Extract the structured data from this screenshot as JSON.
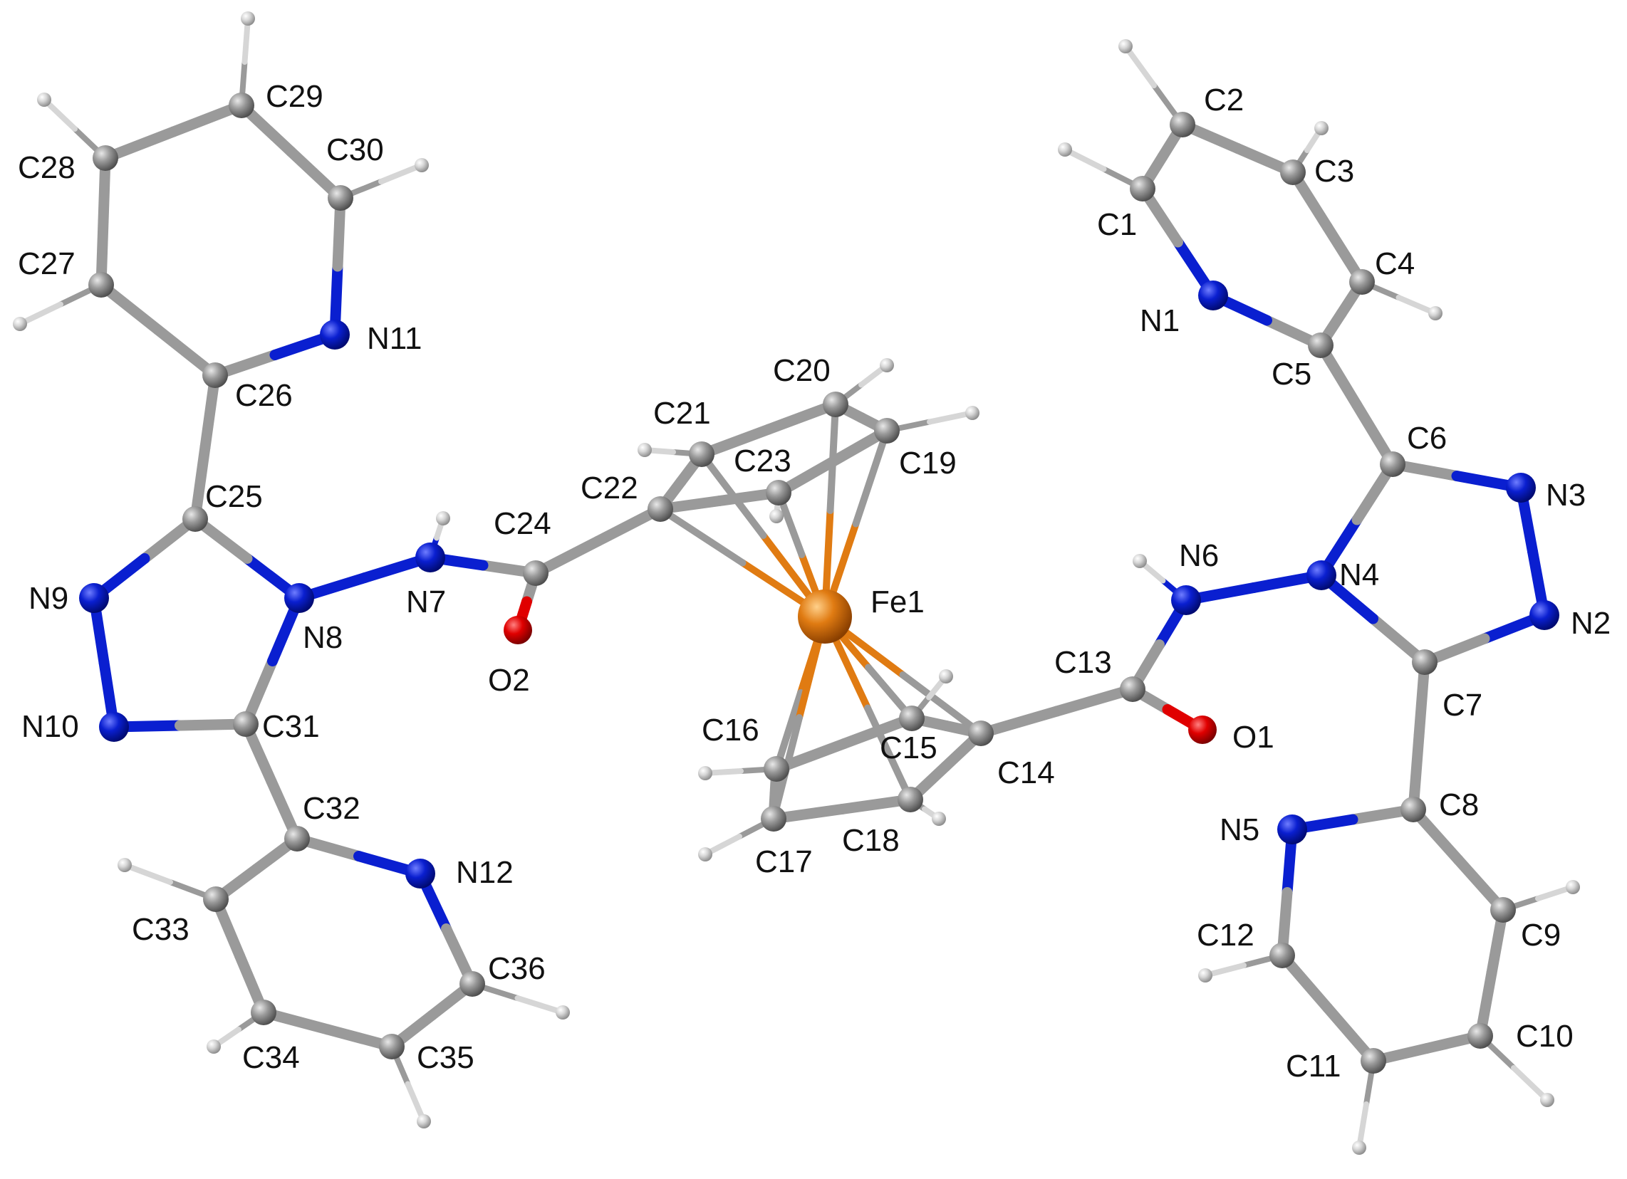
{
  "colors": {
    "carbon": "#9a9a9a",
    "hydrogen": "#d6d6d6",
    "nitrogen": "#0a1fd0",
    "oxygen": "#e00000",
    "iron": "#e07b12",
    "label": "#111111",
    "background": "#ffffff"
  },
  "atoms": [
    {
      "id": "C1",
      "label": "C1",
      "el": "C"
    },
    {
      "id": "C2",
      "label": "C2",
      "el": "C"
    },
    {
      "id": "C3",
      "label": "C3",
      "el": "C"
    },
    {
      "id": "C4",
      "label": "C4",
      "el": "C"
    },
    {
      "id": "C5",
      "label": "C5",
      "el": "C"
    },
    {
      "id": "C6",
      "label": "C6",
      "el": "C"
    },
    {
      "id": "C7",
      "label": "C7",
      "el": "C"
    },
    {
      "id": "C8",
      "label": "C8",
      "el": "C"
    },
    {
      "id": "C9",
      "label": "C9",
      "el": "C"
    },
    {
      "id": "C10",
      "label": "C10",
      "el": "C"
    },
    {
      "id": "C11",
      "label": "C11",
      "el": "C"
    },
    {
      "id": "C12",
      "label": "C12",
      "el": "C"
    },
    {
      "id": "C13",
      "label": "C13",
      "el": "C"
    },
    {
      "id": "C14",
      "label": "C14",
      "el": "C"
    },
    {
      "id": "C15",
      "label": "C15",
      "el": "C"
    },
    {
      "id": "C16",
      "label": "C16",
      "el": "C"
    },
    {
      "id": "C17",
      "label": "C17",
      "el": "C"
    },
    {
      "id": "C18",
      "label": "C18",
      "el": "C"
    },
    {
      "id": "C19",
      "label": "C19",
      "el": "C"
    },
    {
      "id": "C20",
      "label": "C20",
      "el": "C"
    },
    {
      "id": "C21",
      "label": "C21",
      "el": "C"
    },
    {
      "id": "C22",
      "label": "C22",
      "el": "C"
    },
    {
      "id": "C23",
      "label": "C23",
      "el": "C"
    },
    {
      "id": "C24",
      "label": "C24",
      "el": "C"
    },
    {
      "id": "C25",
      "label": "C25",
      "el": "C"
    },
    {
      "id": "C26",
      "label": "C26",
      "el": "C"
    },
    {
      "id": "C27",
      "label": "C27",
      "el": "C"
    },
    {
      "id": "C28",
      "label": "C28",
      "el": "C"
    },
    {
      "id": "C29",
      "label": "C29",
      "el": "C"
    },
    {
      "id": "C30",
      "label": "C30",
      "el": "C"
    },
    {
      "id": "C31",
      "label": "C31",
      "el": "C"
    },
    {
      "id": "C32",
      "label": "C32",
      "el": "C"
    },
    {
      "id": "C33",
      "label": "C33",
      "el": "C"
    },
    {
      "id": "C34",
      "label": "C34",
      "el": "C"
    },
    {
      "id": "C35",
      "label": "C35",
      "el": "C"
    },
    {
      "id": "C36",
      "label": "C36",
      "el": "C"
    },
    {
      "id": "N1",
      "label": "N1",
      "el": "N"
    },
    {
      "id": "N2",
      "label": "N2",
      "el": "N"
    },
    {
      "id": "N3",
      "label": "N3",
      "el": "N"
    },
    {
      "id": "N4",
      "label": "N4",
      "el": "N"
    },
    {
      "id": "N5",
      "label": "N5",
      "el": "N"
    },
    {
      "id": "N6",
      "label": "N6",
      "el": "N"
    },
    {
      "id": "N7",
      "label": "N7",
      "el": "N"
    },
    {
      "id": "N8",
      "label": "N8",
      "el": "N"
    },
    {
      "id": "N9",
      "label": "N9",
      "el": "N"
    },
    {
      "id": "N10",
      "label": "N10",
      "el": "N"
    },
    {
      "id": "N11",
      "label": "N11",
      "el": "N"
    },
    {
      "id": "N12",
      "label": "N12",
      "el": "N"
    },
    {
      "id": "O1",
      "label": "O1",
      "el": "O"
    },
    {
      "id": "O2",
      "label": "O2",
      "el": "O"
    },
    {
      "id": "Fe1",
      "label": "Fe1",
      "el": "Fe"
    },
    {
      "id": "H1",
      "label": "",
      "el": "H"
    },
    {
      "id": "H2",
      "label": "",
      "el": "H"
    },
    {
      "id": "H3",
      "label": "",
      "el": "H"
    },
    {
      "id": "H4",
      "label": "",
      "el": "H"
    },
    {
      "id": "H6",
      "label": "",
      "el": "H"
    },
    {
      "id": "H9",
      "label": "",
      "el": "H"
    },
    {
      "id": "H10",
      "label": "",
      "el": "H"
    },
    {
      "id": "H11",
      "label": "",
      "el": "H"
    },
    {
      "id": "H12",
      "label": "",
      "el": "H"
    },
    {
      "id": "H15",
      "label": "",
      "el": "H"
    },
    {
      "id": "H16",
      "label": "",
      "el": "H"
    },
    {
      "id": "H17",
      "label": "",
      "el": "H"
    },
    {
      "id": "H18",
      "label": "",
      "el": "H"
    },
    {
      "id": "H19",
      "label": "",
      "el": "H"
    },
    {
      "id": "H20",
      "label": "",
      "el": "H"
    },
    {
      "id": "H21",
      "label": "",
      "el": "H"
    },
    {
      "id": "H23",
      "label": "",
      "el": "H"
    },
    {
      "id": "H7",
      "label": "",
      "el": "H"
    },
    {
      "id": "H27",
      "label": "",
      "el": "H"
    },
    {
      "id": "H28",
      "label": "",
      "el": "H"
    },
    {
      "id": "H29",
      "label": "",
      "el": "H"
    },
    {
      "id": "H30",
      "label": "",
      "el": "H"
    },
    {
      "id": "H33",
      "label": "",
      "el": "H"
    },
    {
      "id": "H34",
      "label": "",
      "el": "H"
    },
    {
      "id": "H35",
      "label": "",
      "el": "H"
    },
    {
      "id": "H36",
      "label": "",
      "el": "H"
    }
  ],
  "bonds": [
    [
      "C1",
      "C2"
    ],
    [
      "C2",
      "C3"
    ],
    [
      "C3",
      "C4"
    ],
    [
      "C4",
      "C5"
    ],
    [
      "C5",
      "N1"
    ],
    [
      "N1",
      "C1"
    ],
    [
      "C5",
      "C6"
    ],
    [
      "C6",
      "N3"
    ],
    [
      "N3",
      "N2"
    ],
    [
      "N2",
      "C7"
    ],
    [
      "C7",
      "N4"
    ],
    [
      "N4",
      "C6"
    ],
    [
      "N4",
      "N6"
    ],
    [
      "N6",
      "C13"
    ],
    [
      "C13",
      "O1"
    ],
    [
      "C13",
      "C14"
    ],
    [
      "C7",
      "C8"
    ],
    [
      "C8",
      "N5"
    ],
    [
      "N5",
      "C12"
    ],
    [
      "C12",
      "C11"
    ],
    [
      "C11",
      "C10"
    ],
    [
      "C10",
      "C9"
    ],
    [
      "C9",
      "C8"
    ],
    [
      "C14",
      "C15"
    ],
    [
      "C15",
      "C16"
    ],
    [
      "C16",
      "C17"
    ],
    [
      "C17",
      "C18"
    ],
    [
      "C18",
      "C14"
    ],
    [
      "C19",
      "C20"
    ],
    [
      "C20",
      "C21"
    ],
    [
      "C21",
      "C22"
    ],
    [
      "C22",
      "C23"
    ],
    [
      "C23",
      "C19"
    ],
    [
      "C22",
      "C24"
    ],
    [
      "C24",
      "O2"
    ],
    [
      "C24",
      "N7"
    ],
    [
      "N7",
      "N8"
    ],
    [
      "N8",
      "C25"
    ],
    [
      "C25",
      "N9"
    ],
    [
      "N9",
      "N10"
    ],
    [
      "N10",
      "C31"
    ],
    [
      "C31",
      "N8"
    ],
    [
      "C25",
      "C26"
    ],
    [
      "C26",
      "N11"
    ],
    [
      "N11",
      "C30"
    ],
    [
      "C30",
      "C29"
    ],
    [
      "C29",
      "C28"
    ],
    [
      "C28",
      "C27"
    ],
    [
      "C27",
      "C26"
    ],
    [
      "C31",
      "C32"
    ],
    [
      "C32",
      "N12"
    ],
    [
      "N12",
      "C36"
    ],
    [
      "C36",
      "C35"
    ],
    [
      "C35",
      "C34"
    ],
    [
      "C34",
      "C33"
    ],
    [
      "C33",
      "C32"
    ],
    [
      "Fe1",
      "C14"
    ],
    [
      "Fe1",
      "C15"
    ],
    [
      "Fe1",
      "C16"
    ],
    [
      "Fe1",
      "C17"
    ],
    [
      "Fe1",
      "C18"
    ],
    [
      "Fe1",
      "C19"
    ],
    [
      "Fe1",
      "C20"
    ],
    [
      "Fe1",
      "C21"
    ],
    [
      "Fe1",
      "C22"
    ],
    [
      "Fe1",
      "C23"
    ],
    [
      "C1",
      "H1"
    ],
    [
      "C2",
      "H2"
    ],
    [
      "C3",
      "H3"
    ],
    [
      "C4",
      "H4"
    ],
    [
      "N6",
      "H6"
    ],
    [
      "C9",
      "H9"
    ],
    [
      "C10",
      "H10"
    ],
    [
      "C11",
      "H11"
    ],
    [
      "C12",
      "H12"
    ],
    [
      "C15",
      "H15"
    ],
    [
      "C16",
      "H16"
    ],
    [
      "C17",
      "H17"
    ],
    [
      "C18",
      "H18"
    ],
    [
      "C19",
      "H19"
    ],
    [
      "C20",
      "H20"
    ],
    [
      "C21",
      "H21"
    ],
    [
      "C23",
      "H23"
    ],
    [
      "N7",
      "H7"
    ],
    [
      "C27",
      "H27"
    ],
    [
      "C28",
      "H28"
    ],
    [
      "C29",
      "H29"
    ],
    [
      "C30",
      "H30"
    ],
    [
      "C33",
      "H33"
    ],
    [
      "C34",
      "H34"
    ],
    [
      "C35",
      "H35"
    ],
    [
      "C36",
      "H36"
    ]
  ]
}
